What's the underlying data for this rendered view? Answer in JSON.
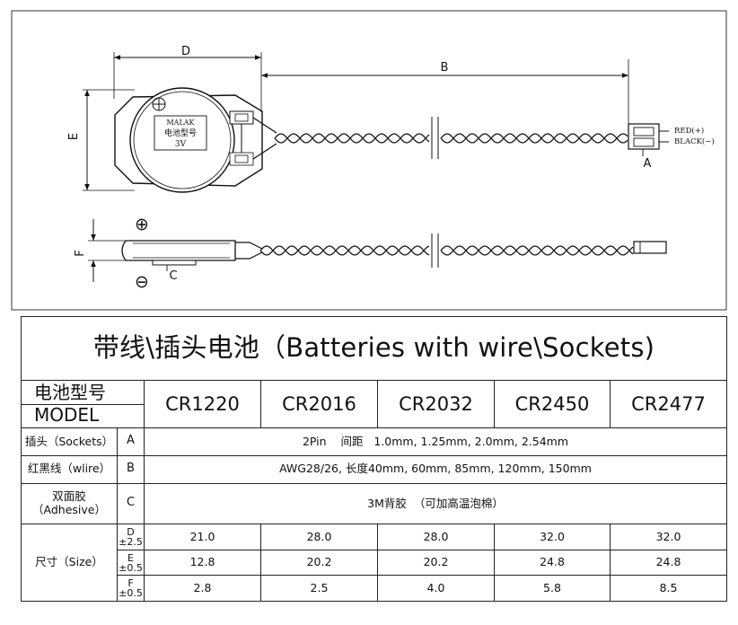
{
  "drawing": {
    "dim_labels": {
      "d": "D",
      "b": "B",
      "e": "E",
      "f": "F",
      "a": "A",
      "c": "C"
    },
    "battery_label": {
      "line1": "MALAK",
      "line2": "电池型号",
      "line3": "3V"
    },
    "connector_labels": {
      "red": "RED(+)",
      "black": "BLACK(−)"
    },
    "polarity": {
      "plus": "⊕",
      "minus": "⊖"
    }
  },
  "table": {
    "title": "带线\\插头电池（Batteries with wire\\Sockets)",
    "model_header": {
      "cn": "电池型号",
      "en": "MODEL"
    },
    "models": [
      "CR1220",
      "CR2016",
      "CR2032",
      "CR2450",
      "CR2477"
    ],
    "rows": [
      {
        "label": "插头（Sockets）",
        "key": "A",
        "value": "2Pin    间距   1.0mm, 1.25mm, 2.0mm, 2.54mm"
      },
      {
        "label": "红黑线（wlire）",
        "key": "B",
        "value": "AWG28/26, 长度40mm, 60mm, 85mm, 120mm, 150mm"
      },
      {
        "label_line1": "双面胶",
        "label_line2": "（Adhesive）",
        "key": "C",
        "value": "3M背胶  （可加高温泡棉）"
      }
    ],
    "size": {
      "label": "尺寸（Size）",
      "dims": [
        {
          "key": "D",
          "tol": "±2.5",
          "values": [
            "21.0",
            "28.0",
            "28.0",
            "32.0",
            "32.0"
          ]
        },
        {
          "key": "E",
          "tol": "±0.5",
          "values": [
            "12.8",
            "20.2",
            "20.2",
            "24.8",
            "24.8"
          ]
        },
        {
          "key": "F",
          "tol": "±0.5",
          "values": [
            "2.8",
            "2.5",
            "4.0",
            "5.8",
            "8.5"
          ]
        }
      ]
    }
  }
}
